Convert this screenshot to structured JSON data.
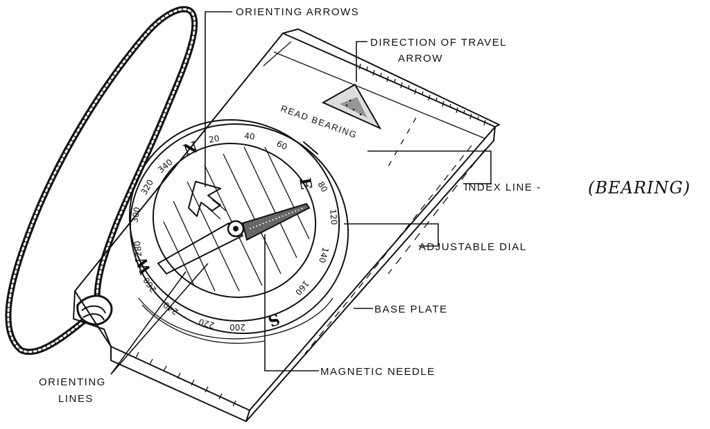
{
  "labels": {
    "orienting_arrows": "ORIENTING ARROWS",
    "direction_of_travel_1": "DIRECTION OF TRAVEL",
    "direction_of_travel_2": "ARROW",
    "read_bearing": "READ BEARING",
    "index_line": "INDEX LINE -",
    "bearing_note": "(BEARING)",
    "adjustable_dial": "ADJUSTABLE DIAL",
    "base_plate": "BASE PLATE",
    "magnetic_needle": "MAGNETIC NEEDLE",
    "orienting_lines_1": "ORIENTING",
    "orienting_lines_2": "LINES"
  },
  "dial": {
    "north": "N",
    "east": "E",
    "south": "S",
    "west": "W",
    "numbers": [
      "20",
      "40",
      "60",
      "80",
      "120",
      "140",
      "160",
      "200",
      "220",
      "240",
      "260",
      "280",
      "300",
      "320",
      "340"
    ]
  }
}
